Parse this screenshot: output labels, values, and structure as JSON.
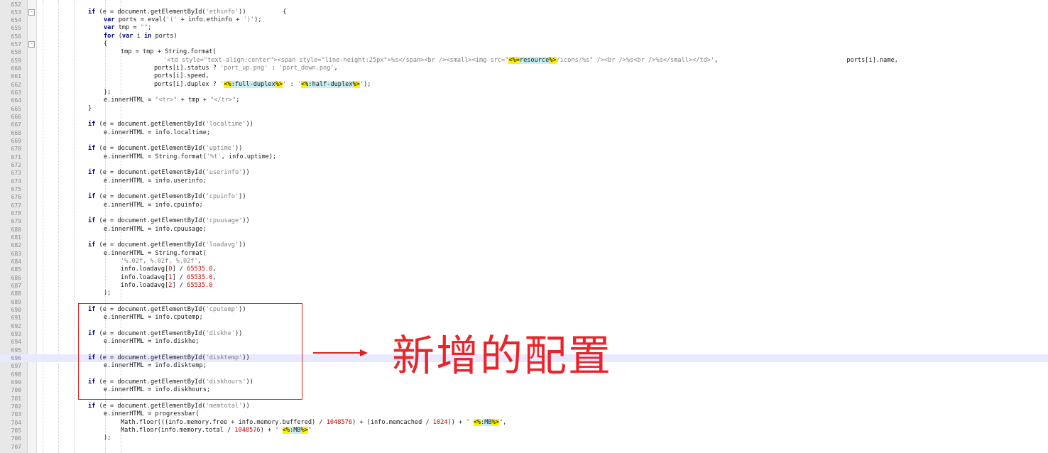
{
  "lines": [
    {
      "n": "652",
      "segs": []
    },
    {
      "n": "653",
      "fold": "-",
      "indent": 70,
      "segs": [
        [
          "kw",
          "if"
        ],
        [
          "t",
          " (e = document.getElementById("
        ],
        [
          "str",
          "'ethinfo'"
        ],
        [
          "t",
          "))          {"
        ]
      ]
    },
    {
      "n": "654",
      "indent": 92,
      "segs": [
        [
          "kw",
          "var"
        ],
        [
          "t",
          " ports = eval("
        ],
        [
          "str",
          "'('"
        ],
        [
          "t",
          " + info.ethinfo + "
        ],
        [
          "str",
          "')'"
        ],
        [
          "t",
          ");"
        ]
      ]
    },
    {
      "n": "655",
      "indent": 92,
      "segs": [
        [
          "kw",
          "var"
        ],
        [
          "t",
          " tmp = "
        ],
        [
          "str",
          "\"\""
        ],
        [
          "t",
          ";"
        ]
      ]
    },
    {
      "n": "656",
      "indent": 92,
      "segs": [
        [
          "kw",
          "for"
        ],
        [
          "t",
          " ("
        ],
        [
          "kw",
          "var"
        ],
        [
          "t",
          " i "
        ],
        [
          "kw",
          "in"
        ],
        [
          "t",
          " ports)"
        ]
      ]
    },
    {
      "n": "657",
      "fold": "-",
      "indent": 92,
      "segs": [
        [
          "t",
          "{"
        ]
      ]
    },
    {
      "n": "658",
      "indent": 116,
      "segs": [
        [
          "t",
          "tmp = tmp + String.format("
        ]
      ]
    },
    {
      "n": "659",
      "indent": 176,
      "segs": [
        [
          "str",
          "'<td style=\"text-align:center\"><span style=\"line-height:25px\">%s</span><br /><small><img src=\""
        ],
        [
          "hl",
          "<%="
        ],
        [
          "hlc",
          "resource"
        ],
        [
          "hl",
          "%>"
        ],
        [
          "str",
          "/icons/%s\" /><br />%s<br />%s</small></td>'"
        ],
        [
          "t",
          ",                                   ports[i].name,"
        ]
      ]
    },
    {
      "n": "660",
      "indent": 163,
      "segs": [
        [
          "t",
          "ports[i].status ? "
        ],
        [
          "str",
          "'port_up.png'"
        ],
        [
          "t",
          " : "
        ],
        [
          "str",
          "'port_down.png'"
        ],
        [
          "t",
          ","
        ]
      ]
    },
    {
      "n": "661",
      "indent": 163,
      "segs": [
        [
          "t",
          "ports[i].speed,"
        ]
      ]
    },
    {
      "n": "662",
      "indent": 163,
      "segs": [
        [
          "t",
          "ports[i].duplex ? "
        ],
        [
          "str",
          "'"
        ],
        [
          "hl",
          "<%"
        ],
        [
          "hlc",
          ":full-duplex"
        ],
        [
          "hl",
          "%>"
        ],
        [
          "str",
          "'"
        ],
        [
          "t",
          " : "
        ],
        [
          "str",
          "'"
        ],
        [
          "hl",
          "<%"
        ],
        [
          "hlc",
          ":half-duplex"
        ],
        [
          "hl",
          "%>"
        ],
        [
          "str",
          "'"
        ],
        [
          "t",
          ");"
        ]
      ]
    },
    {
      "n": "663",
      "indent": 92,
      "segs": [
        [
          "t",
          "};"
        ]
      ]
    },
    {
      "n": "664",
      "indent": 92,
      "segs": [
        [
          "t",
          "e.innerHTML = "
        ],
        [
          "str",
          "\"<tr>\""
        ],
        [
          "t",
          " + tmp + "
        ],
        [
          "str",
          "\"</tr>\""
        ],
        [
          "t",
          ";"
        ]
      ]
    },
    {
      "n": "665",
      "indent": 70,
      "segs": [
        [
          "t",
          "}"
        ]
      ]
    },
    {
      "n": "666",
      "segs": []
    },
    {
      "n": "667",
      "indent": 70,
      "segs": [
        [
          "kw",
          "if"
        ],
        [
          "t",
          " (e = document.getElementById("
        ],
        [
          "str",
          "'localtime'"
        ],
        [
          "t",
          "))"
        ]
      ]
    },
    {
      "n": "668",
      "indent": 92,
      "segs": [
        [
          "t",
          "e.innerHTML = info.localtime;"
        ]
      ]
    },
    {
      "n": "669",
      "segs": []
    },
    {
      "n": "670",
      "indent": 70,
      "segs": [
        [
          "kw",
          "if"
        ],
        [
          "t",
          " (e = document.getElementById("
        ],
        [
          "str",
          "'uptime'"
        ],
        [
          "t",
          "))"
        ]
      ]
    },
    {
      "n": "671",
      "indent": 92,
      "segs": [
        [
          "t",
          "e.innerHTML = String.format("
        ],
        [
          "str",
          "'%t'"
        ],
        [
          "t",
          ", info.uptime);"
        ]
      ]
    },
    {
      "n": "672",
      "segs": []
    },
    {
      "n": "673",
      "indent": 70,
      "segs": [
        [
          "kw",
          "if"
        ],
        [
          "t",
          " (e = document.getElementById("
        ],
        [
          "str",
          "'userinfo'"
        ],
        [
          "t",
          "))"
        ]
      ]
    },
    {
      "n": "674",
      "indent": 92,
      "segs": [
        [
          "t",
          "e.innerHTML = info.userinfo;"
        ]
      ]
    },
    {
      "n": "675",
      "segs": []
    },
    {
      "n": "676",
      "indent": 70,
      "segs": [
        [
          "kw",
          "if"
        ],
        [
          "t",
          " (e = document.getElementById("
        ],
        [
          "str",
          "'cpuinfo'"
        ],
        [
          "t",
          "))"
        ]
      ]
    },
    {
      "n": "677",
      "indent": 92,
      "segs": [
        [
          "t",
          "e.innerHTML = info.cpuinfo;"
        ]
      ]
    },
    {
      "n": "678",
      "segs": []
    },
    {
      "n": "679",
      "indent": 70,
      "segs": [
        [
          "kw",
          "if"
        ],
        [
          "t",
          " (e = document.getElementById("
        ],
        [
          "str",
          "'cpuusage'"
        ],
        [
          "t",
          "))"
        ]
      ]
    },
    {
      "n": "680",
      "indent": 92,
      "segs": [
        [
          "t",
          "e.innerHTML = info.cpuusage;"
        ]
      ]
    },
    {
      "n": "681",
      "segs": []
    },
    {
      "n": "682",
      "indent": 70,
      "segs": [
        [
          "kw",
          "if"
        ],
        [
          "t",
          " (e = document.getElementById("
        ],
        [
          "str",
          "'loadavg'"
        ],
        [
          "t",
          "))"
        ]
      ]
    },
    {
      "n": "683",
      "indent": 92,
      "segs": [
        [
          "t",
          "e.innerHTML = String.format("
        ]
      ]
    },
    {
      "n": "684",
      "indent": 116,
      "segs": [
        [
          "str",
          "'%.02f, %.02f, %.02f'"
        ],
        [
          "t",
          ","
        ]
      ]
    },
    {
      "n": "685",
      "indent": 116,
      "segs": [
        [
          "t",
          "info.loadavg["
        ],
        [
          "num",
          "0"
        ],
        [
          "t",
          "] / "
        ],
        [
          "num",
          "65535.0"
        ],
        [
          "t",
          ","
        ]
      ]
    },
    {
      "n": "686",
      "indent": 116,
      "segs": [
        [
          "t",
          "info.loadavg["
        ],
        [
          "num",
          "1"
        ],
        [
          "t",
          "] / "
        ],
        [
          "num",
          "65535.0"
        ],
        [
          "t",
          ","
        ]
      ]
    },
    {
      "n": "687",
      "indent": 116,
      "segs": [
        [
          "t",
          "info.loadavg["
        ],
        [
          "num",
          "2"
        ],
        [
          "t",
          "] / "
        ],
        [
          "num",
          "65535.0"
        ]
      ]
    },
    {
      "n": "688",
      "indent": 92,
      "segs": [
        [
          "t",
          ");"
        ]
      ]
    },
    {
      "n": "689",
      "segs": []
    },
    {
      "n": "690",
      "indent": 70,
      "segs": [
        [
          "kw",
          "if"
        ],
        [
          "t",
          " (e = document.getElementById("
        ],
        [
          "str",
          "'cputemp'"
        ],
        [
          "t",
          "))"
        ]
      ]
    },
    {
      "n": "691",
      "indent": 92,
      "segs": [
        [
          "t",
          "e.innerHTML = info.cputemp;"
        ]
      ]
    },
    {
      "n": "692",
      "segs": []
    },
    {
      "n": "693",
      "indent": 70,
      "segs": [
        [
          "kw",
          "if"
        ],
        [
          "t",
          " (e = document.getElementById("
        ],
        [
          "str",
          "'diskhe'"
        ],
        [
          "t",
          "))"
        ]
      ]
    },
    {
      "n": "694",
      "indent": 92,
      "segs": [
        [
          "t",
          "e.innerHTML = info.diskhe;"
        ]
      ]
    },
    {
      "n": "695",
      "segs": []
    },
    {
      "n": "696",
      "current": true,
      "indent": 70,
      "segs": [
        [
          "kw",
          "if"
        ],
        [
          "t",
          " (e = document.getElementById("
        ],
        [
          "str",
          "'disktemp'"
        ],
        [
          "t",
          "))"
        ]
      ]
    },
    {
      "n": "697",
      "indent": 92,
      "segs": [
        [
          "t",
          "e.innerHTML = info.disktemp;"
        ]
      ]
    },
    {
      "n": "698",
      "segs": []
    },
    {
      "n": "699",
      "indent": 70,
      "segs": [
        [
          "kw",
          "if"
        ],
        [
          "t",
          " (e = document.getElementById("
        ],
        [
          "str",
          "'diskhours'"
        ],
        [
          "t",
          "))"
        ]
      ]
    },
    {
      "n": "700",
      "indent": 92,
      "segs": [
        [
          "t",
          "e.innerHTML = info.diskhours;"
        ]
      ]
    },
    {
      "n": "701",
      "segs": []
    },
    {
      "n": "702",
      "indent": 70,
      "segs": [
        [
          "kw",
          "if"
        ],
        [
          "t",
          " (e = document.getElementById("
        ],
        [
          "str",
          "'memtotal'"
        ],
        [
          "t",
          "))"
        ]
      ]
    },
    {
      "n": "703",
      "indent": 92,
      "segs": [
        [
          "t",
          "e.innerHTML = progressbar("
        ]
      ]
    },
    {
      "n": "704",
      "indent": 116,
      "segs": [
        [
          "t",
          "Math.floor(((info.memory.free + info.memory.buffered) / "
        ],
        [
          "num",
          "1048576"
        ],
        [
          "t",
          ") + (info.memcached / "
        ],
        [
          "num",
          "1024"
        ],
        [
          "t",
          ")) + "
        ],
        [
          "str",
          "\" "
        ],
        [
          "hl",
          "<%"
        ],
        [
          "hlc",
          ":MB"
        ],
        [
          "hl",
          "%>"
        ],
        [
          "str",
          "\""
        ],
        [
          "t",
          ","
        ]
      ]
    },
    {
      "n": "705",
      "indent": 116,
      "segs": [
        [
          "t",
          "Math.floor(info.memory.total / "
        ],
        [
          "num",
          "1048576"
        ],
        [
          "t",
          ") + "
        ],
        [
          "str",
          "\" "
        ],
        [
          "hl",
          "<%"
        ],
        [
          "hlc",
          ":MB"
        ],
        [
          "hl",
          "%>"
        ],
        [
          "str",
          "\""
        ]
      ]
    },
    {
      "n": "706",
      "indent": 92,
      "segs": [
        [
          "t",
          ");"
        ]
      ]
    },
    {
      "n": "707",
      "segs": []
    }
  ],
  "annotation": {
    "label": "新增的配置"
  }
}
